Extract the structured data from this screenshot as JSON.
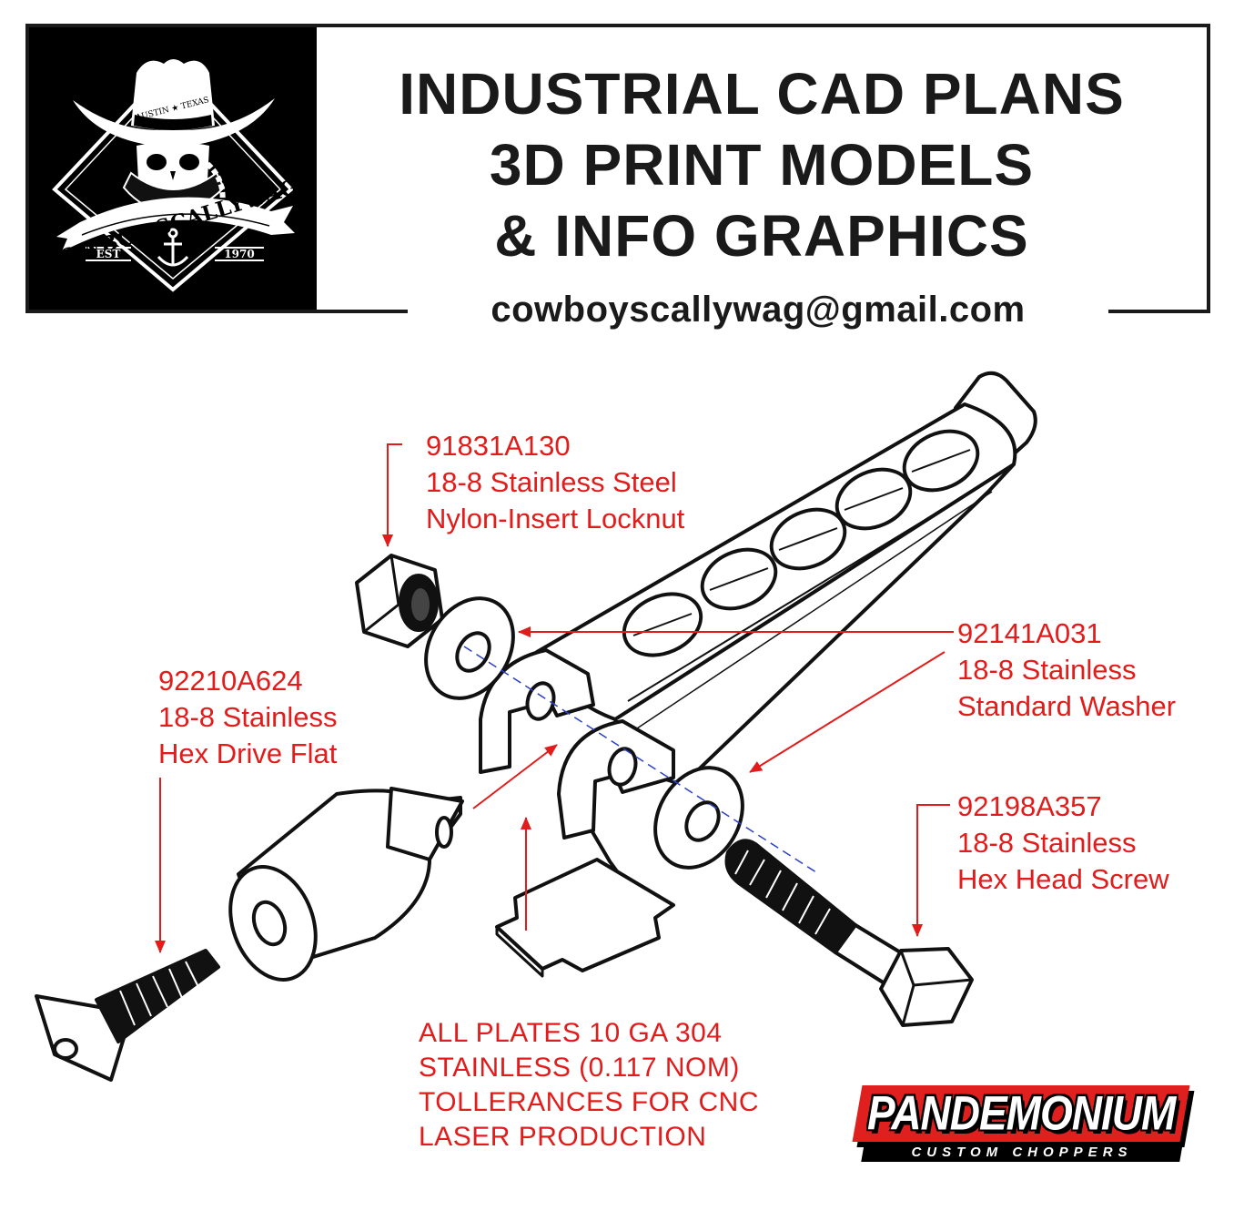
{
  "header": {
    "logo": {
      "brand": "COWBOY SCALLYWAG",
      "hat_band": "AUSTIN ★ TEXAS",
      "est_label": "EST",
      "est_year": "1970"
    },
    "headline": [
      "INDUSTRIAL CAD PLANS",
      "3D PRINT MODELS",
      "& INFO GRAPHICS"
    ],
    "email": "cowboyscallywag@gmail.com"
  },
  "callouts": {
    "locknut": [
      "91831A130",
      "18-8 Stainless Steel",
      "Nylon-Insert Locknut"
    ],
    "washer": [
      "92141A031",
      "18-8 Stainless",
      "Standard Washer"
    ],
    "flat_screw": [
      "92210A624",
      "18-8 Stainless",
      "Hex Drive Flat"
    ],
    "hex_screw": [
      "92198A357",
      "18-8 Stainless",
      "Hex Head Screw"
    ]
  },
  "note": [
    "ALL PLATES 10 GA 304",
    "STAINLESS (0.117 NOM)",
    "TOLLERANCES FOR CNC",
    "LASER PRODUCTION"
  ],
  "brand_badge": {
    "name": "PANDEMONIUM",
    "tagline": "CUSTOM CHOPPERS"
  },
  "colors": {
    "annotation_red": "#e21b1b",
    "ink": "#1a1a1a",
    "badge_red": "#e0201e",
    "axis_blue": "#2b3fc7"
  }
}
